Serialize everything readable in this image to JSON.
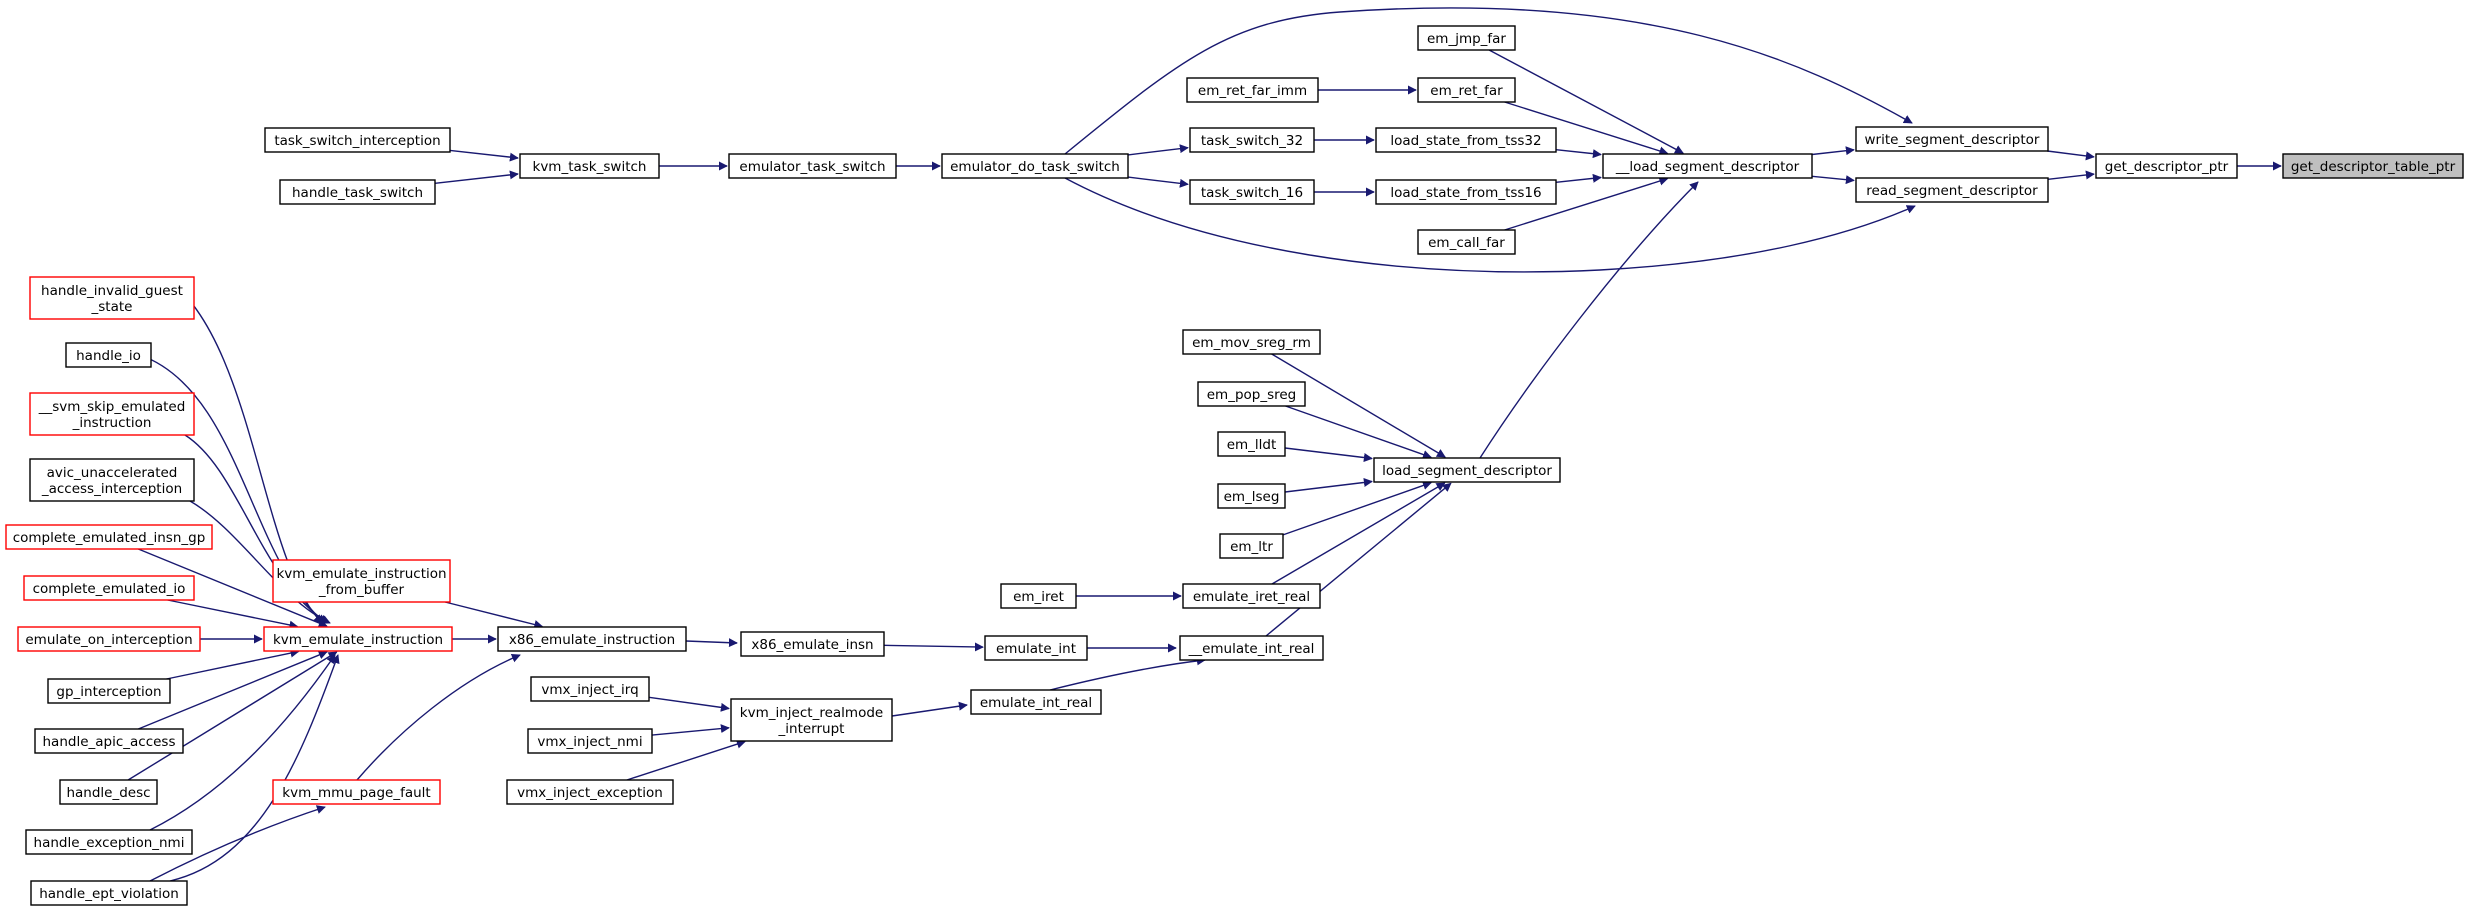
{
  "graph": {
    "type": "caller-graph",
    "colors": {
      "edge": "#191970",
      "node_border": "#000000",
      "truncated_border": "#ff0000",
      "current_fill": "#bfbfbf"
    },
    "nodes": [
      {
        "id": "get_descriptor_table_ptr",
        "lines": [
          "get_descriptor_table_ptr"
        ],
        "style": "current"
      },
      {
        "id": "get_descriptor_ptr",
        "lines": [
          "get_descriptor_ptr"
        ],
        "style": "normal"
      },
      {
        "id": "write_segment_descriptor",
        "lines": [
          "write_segment_descriptor"
        ],
        "style": "normal"
      },
      {
        "id": "read_segment_descriptor",
        "lines": [
          "read_segment_descriptor"
        ],
        "style": "normal"
      },
      {
        "id": "__load_segment_descriptor",
        "lines": [
          "__load_segment_descriptor"
        ],
        "style": "normal"
      },
      {
        "id": "em_jmp_far",
        "lines": [
          "em_jmp_far"
        ],
        "style": "normal"
      },
      {
        "id": "em_ret_far",
        "lines": [
          "em_ret_far"
        ],
        "style": "normal"
      },
      {
        "id": "em_ret_far_imm",
        "lines": [
          "em_ret_far_imm"
        ],
        "style": "normal"
      },
      {
        "id": "load_state_from_tss32",
        "lines": [
          "load_state_from_tss32"
        ],
        "style": "normal"
      },
      {
        "id": "load_state_from_tss16",
        "lines": [
          "load_state_from_tss16"
        ],
        "style": "normal"
      },
      {
        "id": "em_call_far",
        "lines": [
          "em_call_far"
        ],
        "style": "normal"
      },
      {
        "id": "task_switch_32",
        "lines": [
          "task_switch_32"
        ],
        "style": "normal"
      },
      {
        "id": "task_switch_16",
        "lines": [
          "task_switch_16"
        ],
        "style": "normal"
      },
      {
        "id": "emulator_do_task_switch",
        "lines": [
          "emulator_do_task_switch"
        ],
        "style": "normal"
      },
      {
        "id": "emulator_task_switch",
        "lines": [
          "emulator_task_switch"
        ],
        "style": "normal"
      },
      {
        "id": "kvm_task_switch",
        "lines": [
          "kvm_task_switch"
        ],
        "style": "normal"
      },
      {
        "id": "task_switch_interception",
        "lines": [
          "task_switch_interception"
        ],
        "style": "normal"
      },
      {
        "id": "handle_task_switch",
        "lines": [
          "handle_task_switch"
        ],
        "style": "normal"
      },
      {
        "id": "load_segment_descriptor",
        "lines": [
          "load_segment_descriptor"
        ],
        "style": "normal"
      },
      {
        "id": "em_mov_sreg_rm",
        "lines": [
          "em_mov_sreg_rm"
        ],
        "style": "normal"
      },
      {
        "id": "em_pop_sreg",
        "lines": [
          "em_pop_sreg"
        ],
        "style": "normal"
      },
      {
        "id": "em_lldt",
        "lines": [
          "em_lldt"
        ],
        "style": "normal"
      },
      {
        "id": "em_lseg",
        "lines": [
          "em_lseg"
        ],
        "style": "normal"
      },
      {
        "id": "em_ltr",
        "lines": [
          "em_ltr"
        ],
        "style": "normal"
      },
      {
        "id": "emulate_iret_real",
        "lines": [
          "emulate_iret_real"
        ],
        "style": "normal"
      },
      {
        "id": "em_iret",
        "lines": [
          "em_iret"
        ],
        "style": "normal"
      },
      {
        "id": "__emulate_int_real",
        "lines": [
          "__emulate_int_real"
        ],
        "style": "normal"
      },
      {
        "id": "emulate_int",
        "lines": [
          "emulate_int"
        ],
        "style": "normal"
      },
      {
        "id": "emulate_int_real",
        "lines": [
          "emulate_int_real"
        ],
        "style": "normal"
      },
      {
        "id": "x86_emulate_insn",
        "lines": [
          "x86_emulate_insn"
        ],
        "style": "normal"
      },
      {
        "id": "x86_emulate_instruction",
        "lines": [
          "x86_emulate_instruction"
        ],
        "style": "normal"
      },
      {
        "id": "kvm_inject_realmode_interrupt",
        "lines": [
          "kvm_inject_realmode",
          "_interrupt"
        ],
        "style": "normal"
      },
      {
        "id": "vmx_inject_irq",
        "lines": [
          "vmx_inject_irq"
        ],
        "style": "normal"
      },
      {
        "id": "vmx_inject_nmi",
        "lines": [
          "vmx_inject_nmi"
        ],
        "style": "normal"
      },
      {
        "id": "vmx_inject_exception",
        "lines": [
          "vmx_inject_exception"
        ],
        "style": "normal"
      },
      {
        "id": "kvm_emulate_instruction_from_buffer",
        "lines": [
          "kvm_emulate_instruction",
          "_from_buffer"
        ],
        "style": "red"
      },
      {
        "id": "kvm_emulate_instruction",
        "lines": [
          "kvm_emulate_instruction"
        ],
        "style": "red"
      },
      {
        "id": "kvm_mmu_page_fault",
        "lines": [
          "kvm_mmu_page_fault"
        ],
        "style": "red"
      },
      {
        "id": "handle_invalid_guest_state",
        "lines": [
          "handle_invalid_guest",
          "_state"
        ],
        "style": "red"
      },
      {
        "id": "handle_io",
        "lines": [
          "handle_io"
        ],
        "style": "normal"
      },
      {
        "id": "__svm_skip_emulated_instruction",
        "lines": [
          "__svm_skip_emulated",
          "_instruction"
        ],
        "style": "red"
      },
      {
        "id": "avic_unaccelerated_access_interception",
        "lines": [
          "avic_unaccelerated",
          "_access_interception"
        ],
        "style": "normal"
      },
      {
        "id": "complete_emulated_insn_gp",
        "lines": [
          "complete_emulated_insn_gp"
        ],
        "style": "red"
      },
      {
        "id": "complete_emulated_io",
        "lines": [
          "complete_emulated_io"
        ],
        "style": "red"
      },
      {
        "id": "emulate_on_interception",
        "lines": [
          "emulate_on_interception"
        ],
        "style": "red"
      },
      {
        "id": "gp_interception",
        "lines": [
          "gp_interception"
        ],
        "style": "normal"
      },
      {
        "id": "handle_apic_access",
        "lines": [
          "handle_apic_access"
        ],
        "style": "normal"
      },
      {
        "id": "handle_desc",
        "lines": [
          "handle_desc"
        ],
        "style": "normal"
      },
      {
        "id": "handle_exception_nmi",
        "lines": [
          "handle_exception_nmi"
        ],
        "style": "normal"
      },
      {
        "id": "handle_ept_violation",
        "lines": [
          "handle_ept_violation"
        ],
        "style": "normal"
      }
    ],
    "edges": [
      [
        "get_descriptor_ptr",
        "get_descriptor_table_ptr"
      ],
      [
        "write_segment_descriptor",
        "get_descriptor_ptr"
      ],
      [
        "read_segment_descriptor",
        "get_descriptor_ptr"
      ],
      [
        "__load_segment_descriptor",
        "write_segment_descriptor"
      ],
      [
        "__load_segment_descriptor",
        "read_segment_descriptor"
      ],
      [
        "emulator_do_task_switch",
        "write_segment_descriptor"
      ],
      [
        "emulator_do_task_switch",
        "read_segment_descriptor"
      ],
      [
        "em_jmp_far",
        "__load_segment_descriptor"
      ],
      [
        "em_ret_far",
        "__load_segment_descriptor"
      ],
      [
        "load_state_from_tss32",
        "__load_segment_descriptor"
      ],
      [
        "load_state_from_tss16",
        "__load_segment_descriptor"
      ],
      [
        "em_call_far",
        "__load_segment_descriptor"
      ],
      [
        "load_segment_descriptor",
        "__load_segment_descriptor"
      ],
      [
        "em_ret_far_imm",
        "em_ret_far"
      ],
      [
        "task_switch_32",
        "load_state_from_tss32"
      ],
      [
        "task_switch_16",
        "load_state_from_tss16"
      ],
      [
        "emulator_do_task_switch",
        "task_switch_32"
      ],
      [
        "emulator_do_task_switch",
        "task_switch_16"
      ],
      [
        "emulator_task_switch",
        "emulator_do_task_switch"
      ],
      [
        "kvm_task_switch",
        "emulator_task_switch"
      ],
      [
        "task_switch_interception",
        "kvm_task_switch"
      ],
      [
        "handle_task_switch",
        "kvm_task_switch"
      ],
      [
        "em_mov_sreg_rm",
        "load_segment_descriptor"
      ],
      [
        "em_pop_sreg",
        "load_segment_descriptor"
      ],
      [
        "em_lldt",
        "load_segment_descriptor"
      ],
      [
        "em_lseg",
        "load_segment_descriptor"
      ],
      [
        "em_ltr",
        "load_segment_descriptor"
      ],
      [
        "emulate_iret_real",
        "load_segment_descriptor"
      ],
      [
        "__emulate_int_real",
        "load_segment_descriptor"
      ],
      [
        "em_iret",
        "emulate_iret_real"
      ],
      [
        "emulate_int",
        "__emulate_int_real"
      ],
      [
        "emulate_int_real",
        "__emulate_int_real"
      ],
      [
        "x86_emulate_insn",
        "emulate_int"
      ],
      [
        "kvm_inject_realmode_interrupt",
        "emulate_int_real"
      ],
      [
        "x86_emulate_instruction",
        "x86_emulate_insn"
      ],
      [
        "vmx_inject_irq",
        "kvm_inject_realmode_interrupt"
      ],
      [
        "vmx_inject_nmi",
        "kvm_inject_realmode_interrupt"
      ],
      [
        "vmx_inject_exception",
        "kvm_inject_realmode_interrupt"
      ],
      [
        "kvm_emulate_instruction_from_buffer",
        "x86_emulate_instruction"
      ],
      [
        "kvm_emulate_instruction",
        "x86_emulate_instruction"
      ],
      [
        "kvm_mmu_page_fault",
        "x86_emulate_instruction"
      ],
      [
        "handle_invalid_guest_state",
        "kvm_emulate_instruction"
      ],
      [
        "handle_io",
        "kvm_emulate_instruction"
      ],
      [
        "__svm_skip_emulated_instruction",
        "kvm_emulate_instruction"
      ],
      [
        "avic_unaccelerated_access_interception",
        "kvm_emulate_instruction"
      ],
      [
        "complete_emulated_insn_gp",
        "kvm_emulate_instruction"
      ],
      [
        "complete_emulated_io",
        "kvm_emulate_instruction"
      ],
      [
        "emulate_on_interception",
        "kvm_emulate_instruction"
      ],
      [
        "gp_interception",
        "kvm_emulate_instruction"
      ],
      [
        "handle_apic_access",
        "kvm_emulate_instruction"
      ],
      [
        "handle_desc",
        "kvm_emulate_instruction"
      ],
      [
        "handle_exception_nmi",
        "kvm_emulate_instruction"
      ],
      [
        "handle_ept_violation",
        "kvm_emulate_instruction"
      ],
      [
        "handle_ept_violation",
        "kvm_mmu_page_fault"
      ]
    ]
  }
}
